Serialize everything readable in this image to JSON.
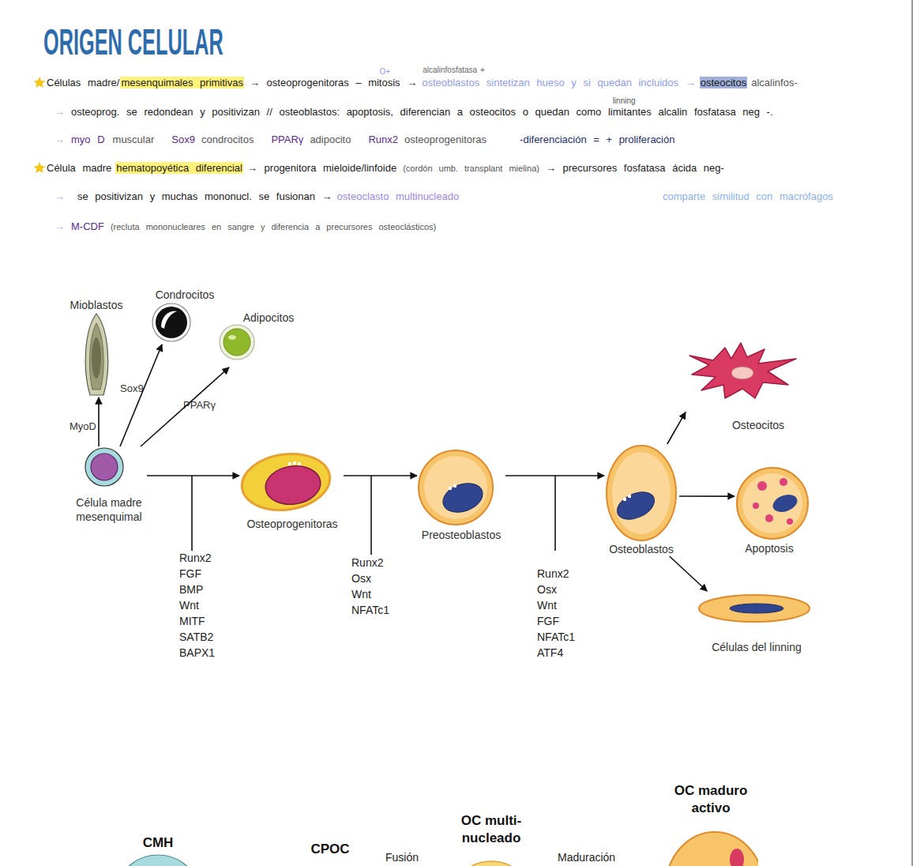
{
  "diagram": {
    "title": "ORIGEN CELULAR",
    "nodes": [
      {
        "text": [
          "Mioblastos"
        ]
      },
      {
        "text": [
          "Condrocitos"
        ]
      },
      {
        "text": [
          "Adipocitos"
        ]
      },
      {
        "text": [
          "Célula madre mesenquimal"
        ]
      },
      {
        "text": [
          "Osteoprogenitoras"
        ]
      },
      {
        "text": [
          "Preosteoblastos"
        ]
      },
      {
        "text": [
          "Osteoblastos"
        ]
      },
      {
        "text": [
          "Osteocitos"
        ]
      },
      {
        "text": [
          "Apoptosis"
        ]
      },
      {
        "text": [
          "Células del linning"
        ]
      },
      {
        "text": [
          "CMH"
        ]
      },
      {
        "text": [
          "CPOC"
        ]
      },
      {
        "text": [
          "OC multi- nucleado"
        ]
      },
      {
        "text": [
          "OC maduro activo"
        ]
      }
    ],
    "edges": [
      {
        "from": 3,
        "to": 0,
        "arrow": "to",
        "label": "MyoD"
      },
      {
        "from": 3,
        "to": 1,
        "arrow": "to",
        "label": "Sox9"
      },
      {
        "from": 3,
        "to": 2,
        "arrow": "to",
        "label": "PPARγ"
      },
      {
        "from": 3,
        "to": 4,
        "arrow": "to"
      },
      {
        "from": 4,
        "to": 5,
        "arrow": "to"
      },
      {
        "from": 5,
        "to": 6,
        "arrow": "to"
      },
      {
        "from": 6,
        "to": 7,
        "arrow": "to"
      },
      {
        "from": 6,
        "to": 8,
        "arrow": "to"
      },
      {
        "from": 6,
        "to": 9,
        "arrow": "to"
      }
    ],
    "labels": [
      "Células madre/",
      "mesenquimales primitivas",
      "O+",
      "→ osteoprogenitoras – mitosis →",
      "alcalinfosfatasa +",
      "osteoblastos sintetizan hueso y si quedan incluidos →",
      "osteocitos",
      "alcalinfos-",
      "→",
      "linning",
      "osteoprog. se redondean y positivizan // osteoblastos: apoptosis, diferencian a osteocitos o quedan como limitantes alcalin fosfatasa neg -.",
      "→",
      "myo D",
      "muscular",
      "Sox9",
      "condrocitos",
      "PPARγ",
      "adipocito",
      "Runx2",
      "osteoprogenitoras",
      "-diferenciación = + proliferación",
      "Célula madre",
      "hematopoyética diferencial",
      "→ progenitora mieloide/linfoide",
      "(cordón umb. transplant mielina)",
      "→ precursores fosfatasa ácida neg-",
      "→",
      "se positivizan y muchas mononucl. se fusionan →",
      "osteoclasto multinucleado",
      "comparte similitud con macrófagos",
      "→",
      "M-CDF",
      "(recluta mononucleares en sangre y diferencia a precursores osteoclásticos)",
      "Runx2",
      "FGF",
      "BMP",
      "Wnt",
      "MITF",
      "SATB2",
      "BAPX1",
      "Runx2",
      "Osx",
      "Wnt",
      "NFATc1",
      "Runx2",
      "Osx",
      "Wnt",
      "FGF",
      "NFATc1",
      "ATF4",
      "Fusión",
      "Maduración"
    ]
  }
}
